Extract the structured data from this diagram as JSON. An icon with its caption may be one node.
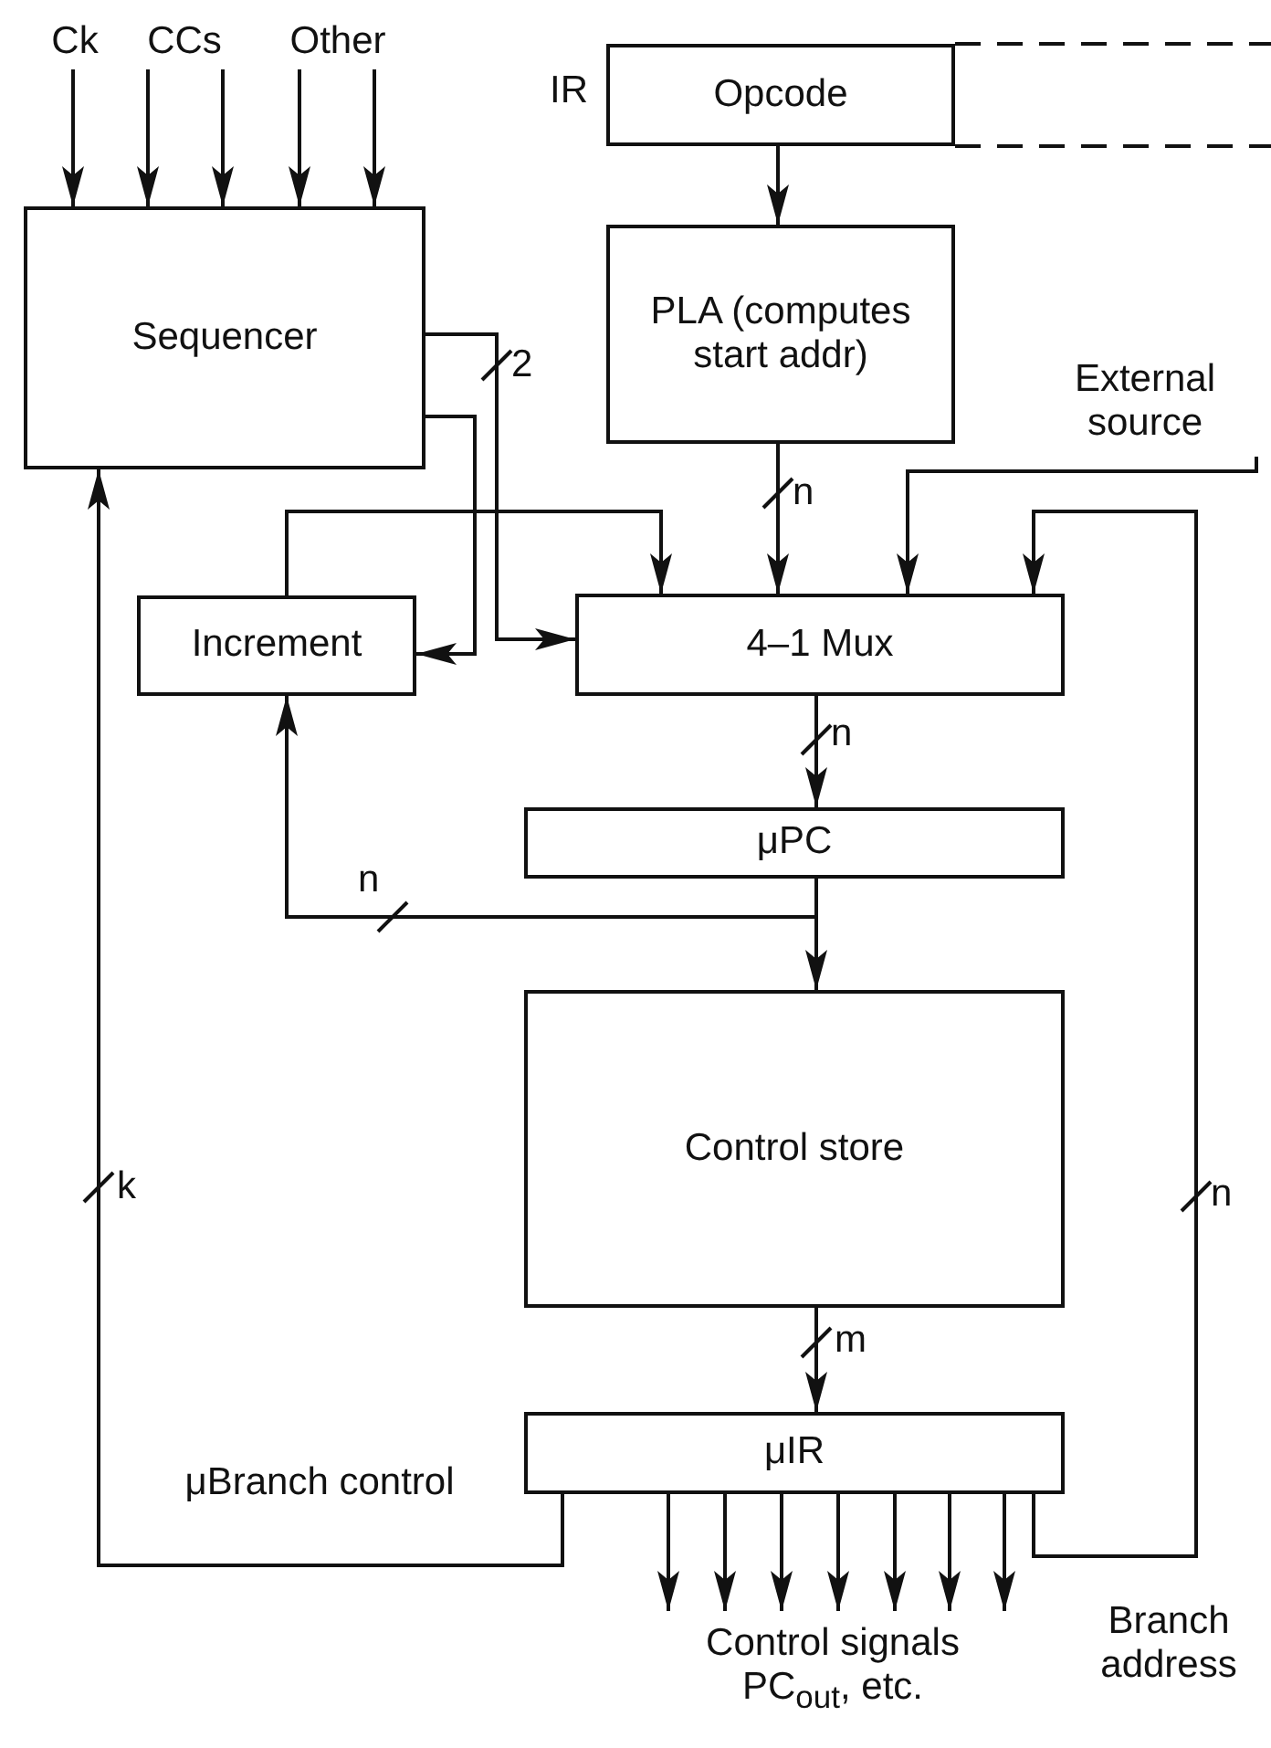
{
  "diagram": {
    "nodes": [
      {
        "text": [
          "Ck"
        ]
      },
      {
        "text": [
          "CCs"
        ]
      },
      {
        "text": [
          "Other"
        ]
      },
      {
        "text": [
          "Sequencer"
        ]
      },
      {
        "text": [
          "Opcode"
        ],
        "beside": [
          "IR"
        ]
      },
      {
        "text": [
          "PLA (computes start addr)"
        ]
      },
      {
        "text": [
          "External source"
        ]
      },
      {
        "text": [
          "Increment"
        ]
      },
      {
        "text": [
          "4–1 Mux"
        ]
      },
      {
        "text": [
          "μPC"
        ]
      },
      {
        "text": [
          "Control store"
        ]
      },
      {
        "text": [
          "μIR"
        ]
      },
      {
        "text": [
          "Control signals PC$_{out}$, etc."
        ]
      }
    ],
    "edges": [
      {
        "from": 0,
        "to": 3,
        "arrow": "to"
      },
      {
        "from": 1,
        "to": 3,
        "arrow": "to"
      },
      {
        "from": 1,
        "to": 3,
        "arrow": "to"
      },
      {
        "from": 2,
        "to": 3,
        "arrow": "to"
      },
      {
        "from": 2,
        "to": 3,
        "arrow": "to"
      },
      {
        "from": 4,
        "to": 5,
        "arrow": "to"
      },
      {
        "from": 3,
        "to": 8,
        "arrow": "to"
      },
      {
        "from": 3,
        "to": 7,
        "arrow": "to"
      },
      {
        "from": 5,
        "to": 8,
        "arrow": "to"
      },
      {
        "from": 6,
        "to": 8,
        "arrow": "to"
      },
      {
        "from": 7,
        "to": 8,
        "arrow": "to"
      },
      {
        "from": 11,
        "to": 8,
        "arrow": "to",
        "label": "Branch address"
      },
      {
        "from": 8,
        "to": 9,
        "arrow": "to"
      },
      {
        "from": 9,
        "to": 10,
        "arrow": "to"
      },
      {
        "from": 9,
        "to": 7,
        "arrow": "to"
      },
      {
        "from": 10,
        "to": 11,
        "arrow": "to"
      },
      {
        "from": 11,
        "to": 3,
        "arrow": "to",
        "label": "μBranch control"
      },
      {
        "from": 11,
        "to": 12,
        "arrow": "to"
      },
      {
        "from": 11,
        "to": 12,
        "arrow": "to"
      },
      {
        "from": 11,
        "to": 12,
        "arrow": "to"
      },
      {
        "from": 11,
        "to": 12,
        "arrow": "to"
      },
      {
        "from": 11,
        "to": 12,
        "arrow": "to"
      },
      {
        "from": 11,
        "to": 12,
        "arrow": "to"
      },
      {
        "from": 11,
        "to": 12,
        "arrow": "to"
      }
    ],
    "labels": [
      "2",
      "n",
      "n",
      "n",
      "k",
      "n",
      "m"
    ]
  }
}
